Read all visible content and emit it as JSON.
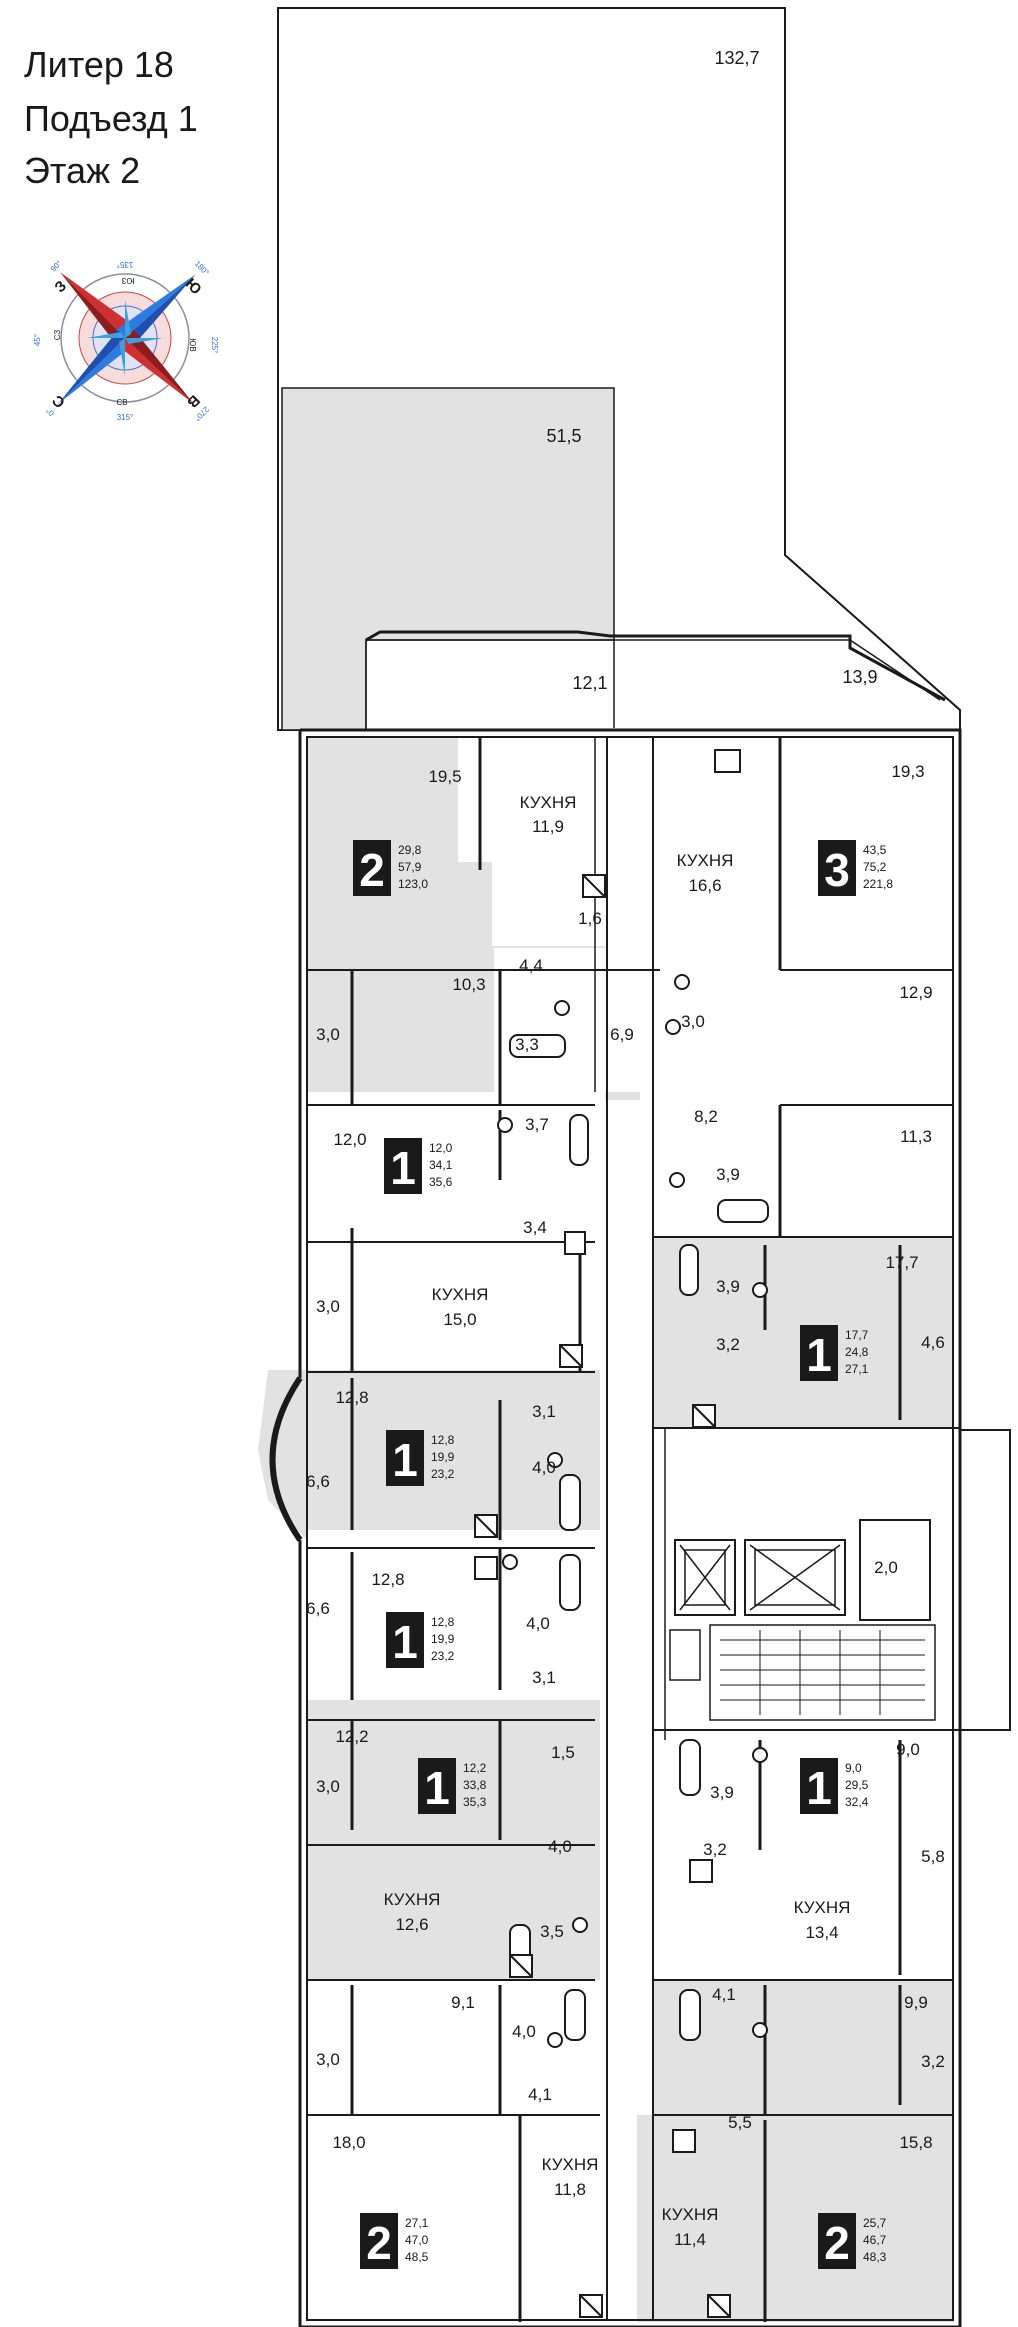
{
  "header": {
    "building": "Литер 18",
    "entrance": "Подъезд 1",
    "floor": "Этаж 2"
  },
  "compass": {
    "icon": "compass-rose-icon",
    "letters": {
      "n": "С",
      "s": "Ю",
      "e": "В",
      "w": "З"
    },
    "angles": {
      "a0": "0°",
      "a45": "45°",
      "a90": "90°",
      "a135": "135°",
      "a180": "180°",
      "a225": "225°",
      "a270": "270°",
      "a315": "315°"
    },
    "inter": {
      "ne": "СВ",
      "nw": "СЗ",
      "se": "ЮВ",
      "sw": "ЮЗ"
    }
  },
  "colors": {
    "shaded": "#e2e2e2",
    "wall": "#1a1a1a",
    "badge": "#1a1a1a",
    "badge_text": "#ffffff"
  },
  "terraces": {
    "t1": "132,7",
    "t2": "51,5",
    "t3": "12,1",
    "t4": "13,9"
  },
  "kitchen_label": "КУХНЯ",
  "rooms": {
    "r1": "19,5",
    "r2": "11,9",
    "r3": "1,6",
    "r4": "4,4",
    "r5": "10,3",
    "r6": "3,0",
    "r7": "3,3",
    "r8": "6,9",
    "r9": "16,6",
    "r10": "19,3",
    "r11": "12,9",
    "r12": "3,0",
    "r13": "8,2",
    "r14": "11,3",
    "r15": "3,9",
    "r16": "12,0",
    "r17": "3,7",
    "r18": "3,4",
    "r19": "3,0",
    "r20": "15,0",
    "r21": "17,7",
    "r22": "3,9",
    "r23": "4,6",
    "r24": "3,2",
    "r25": "12,8",
    "r26": "3,1",
    "r27": "6,6",
    "r28": "4,0",
    "r29": "12,8",
    "r30": "6,6",
    "r31": "4,0",
    "r32": "3,1",
    "r33": "2,0",
    "r34": "12,2",
    "r35": "1,5",
    "r36": "3,0",
    "r37": "4,0",
    "r38": "9,0",
    "r39": "3,9",
    "r40": "3,2",
    "r41": "5,8",
    "r42": "13,4",
    "r43": "12,6",
    "r44": "3,5",
    "r45": "9,1",
    "r46": "3,0",
    "r47": "4,0",
    "r48": "4,1",
    "r49": "9,9",
    "r50": "3,2",
    "r51": "4,1",
    "r52": "5,5",
    "r53": "18,0",
    "r54": "11,8",
    "r55": "11,4",
    "r56": "15,8"
  },
  "apartments": [
    {
      "rooms": "2",
      "s1": "29,8",
      "s2": "57,9",
      "s3": "123,0"
    },
    {
      "rooms": "3",
      "s1": "43,5",
      "s2": "75,2",
      "s3": "221,8"
    },
    {
      "rooms": "1",
      "s1": "12,0",
      "s2": "34,1",
      "s3": "35,6"
    },
    {
      "rooms": "1",
      "s1": "17,7",
      "s2": "24,8",
      "s3": "27,1"
    },
    {
      "rooms": "1",
      "s1": "12,8",
      "s2": "19,9",
      "s3": "23,2"
    },
    {
      "rooms": "1",
      "s1": "12,8",
      "s2": "19,9",
      "s3": "23,2"
    },
    {
      "rooms": "1",
      "s1": "12,2",
      "s2": "33,8",
      "s3": "35,3"
    },
    {
      "rooms": "1",
      "s1": "9,0",
      "s2": "29,5",
      "s3": "32,4"
    },
    {
      "rooms": "2",
      "s1": "27,1",
      "s2": "47,0",
      "s3": "48,5"
    },
    {
      "rooms": "2",
      "s1": "25,7",
      "s2": "46,7",
      "s3": "48,3"
    }
  ]
}
